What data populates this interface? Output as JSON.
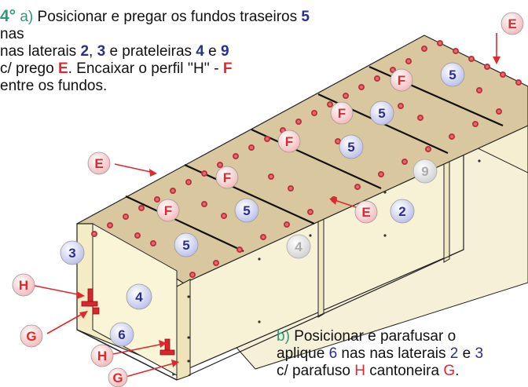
{
  "step_a": {
    "number": "4°",
    "letter": "a)",
    "t1": "Posicionar e pregar os fundos traseiros",
    "p_fundo": "5",
    "t2": "nas",
    "t3": "nas laterais",
    "p_lat2": "2",
    "sep": ",",
    "p_lat3": "3",
    "t4": "e prateleiras",
    "p_prat4": "4",
    "t5": "e",
    "p_prat9": "9",
    "t6": "c/ prego",
    "p_prego": "E",
    "t7": ". Encaixar o perfil ''H'' -",
    "p_perfil": "F",
    "t8": "entre os fundos."
  },
  "step_b": {
    "letter": "b)",
    "t1": "Posicionar e parafusar o",
    "t2": "aplique",
    "p_aplique": "6",
    "t3": "nas nas laterais",
    "p_lat2": "2",
    "t4": "e",
    "p_lat3": "3",
    "t5": "c/ parafuso",
    "p_parafuso": "H",
    "t6": "cantoneira",
    "p_cantoneira": "G",
    "t7": "."
  },
  "badges": {
    "E": "E",
    "F": "F",
    "G": "G",
    "H": "H",
    "n2": "2",
    "n3": "3",
    "n4": "4",
    "n5": "5",
    "n6": "6",
    "n9": "9"
  },
  "colors": {
    "blue": "#2b2f8c",
    "red": "#e0282e",
    "teal": "#2a9a7a",
    "board_top": "#d8c49c",
    "board_side": "#f3ecc8"
  }
}
